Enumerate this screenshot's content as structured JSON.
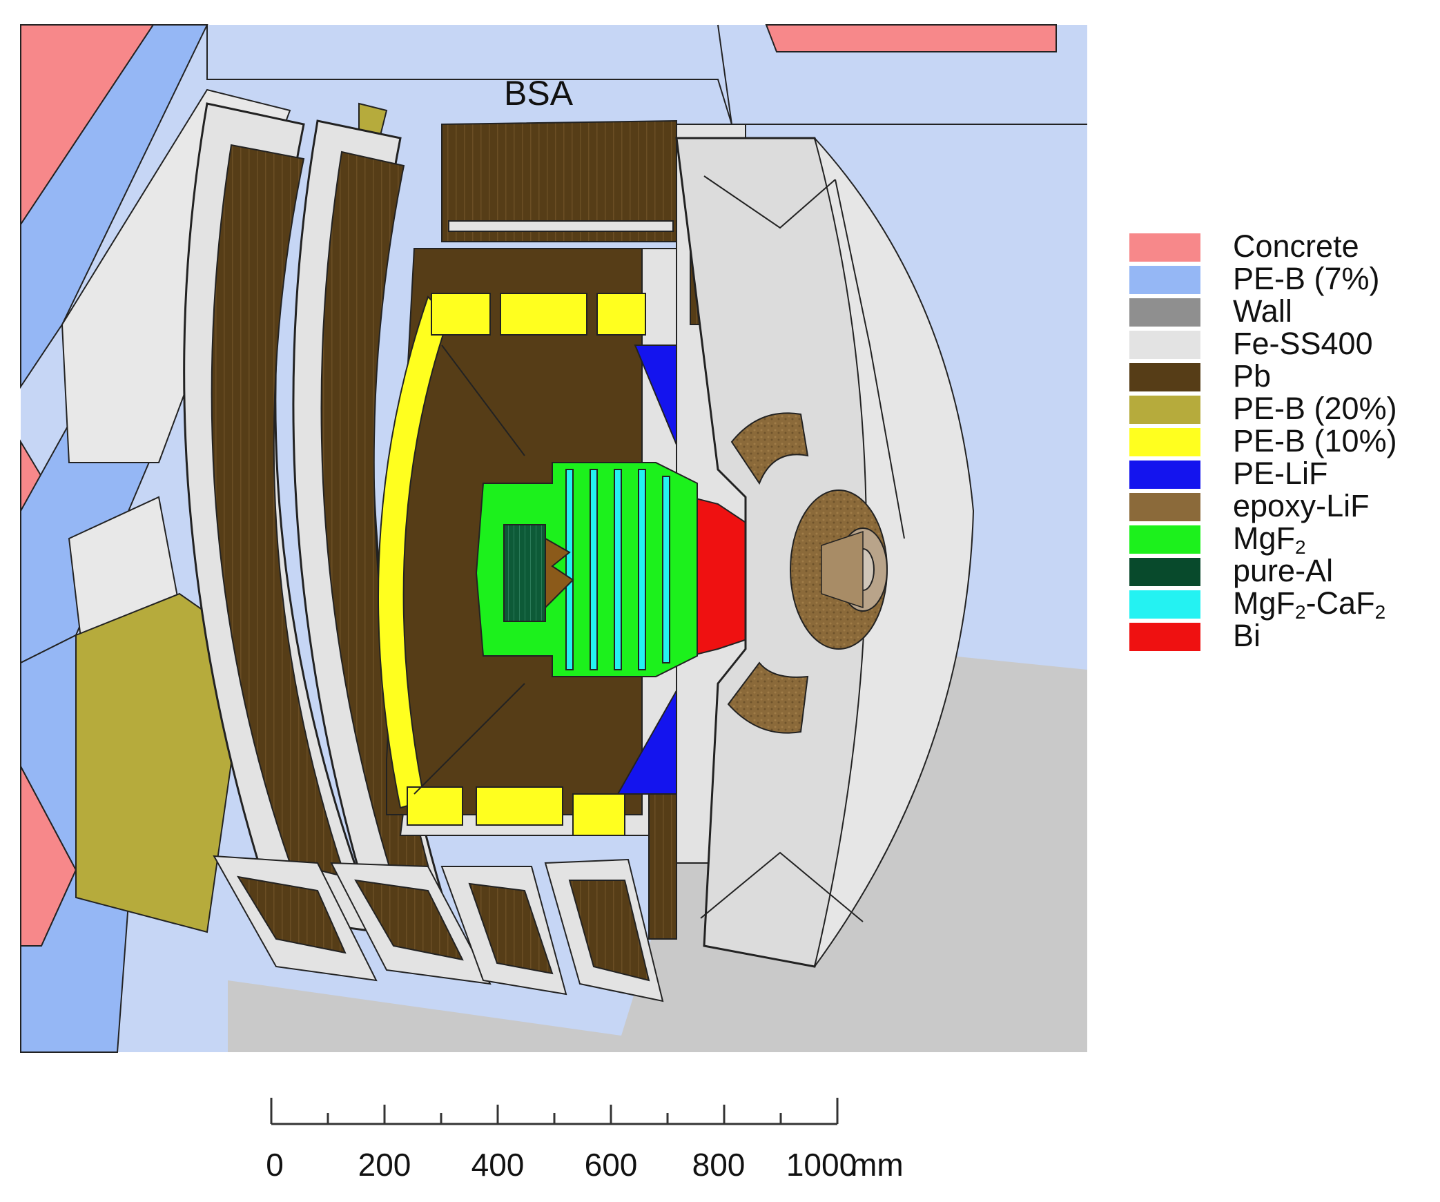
{
  "title": "BSA",
  "legend": [
    {
      "label": "Concrete",
      "color": "#f7888a"
    },
    {
      "label": "PE-B (7%)",
      "color": "#95b7f5"
    },
    {
      "label": "Wall",
      "color": "#8f8f8f"
    },
    {
      "label": "Fe-SS400",
      "color": "#e3e3e3"
    },
    {
      "label": "Pb",
      "color": "#563d17"
    },
    {
      "label": "PE-B (20%)",
      "color": "#b6ab3c"
    },
    {
      "label": "PE-B (10%)",
      "color": "#ffff1f"
    },
    {
      "label": "PE-LiF",
      "color": "#1414ee"
    },
    {
      "label": "epoxy-LiF",
      "color": "#8b6a3a"
    },
    {
      "label": "MgF",
      "sub": "2",
      "color": "#1cf11c"
    },
    {
      "label": "pure-Al",
      "color": "#084a2c"
    },
    {
      "label": "MgF",
      "sub": "2",
      "suffix": "-CaF",
      "sub2": "2",
      "color": "#24f2f2"
    },
    {
      "label": "Bi",
      "color": "#ef1111"
    }
  ],
  "scale_bar": {
    "tick_labels": [
      "0",
      "200",
      "400",
      "600",
      "800",
      "1000"
    ],
    "unit": "mm"
  },
  "colors": {
    "background_blue": "#c6d6f5",
    "background_gray": "#c9c9c9",
    "outline": "#1a1a1a"
  }
}
